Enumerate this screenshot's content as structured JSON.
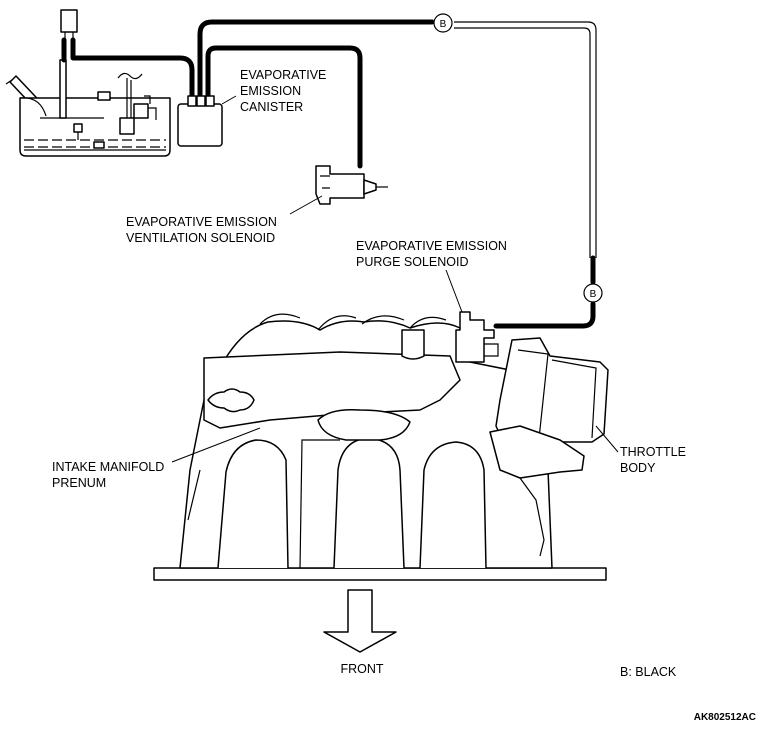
{
  "labels": {
    "canister": [
      "EVAPORATIVE",
      "EMISSION",
      "CANISTER"
    ],
    "ventilation_solenoid": [
      "EVAPORATIVE EMISSION",
      "VENTILATION SOLENOID"
    ],
    "purge_solenoid": [
      "EVAPORATIVE EMISSION",
      "PURGE SOLENOID"
    ],
    "intake_manifold": [
      "INTAKE MANIFOLD",
      "PRENUM"
    ],
    "throttle_body": [
      "THROTTLE",
      "BODY"
    ],
    "front": "FRONT",
    "legend": "B: BLACK",
    "figure_code": "AK802512AC"
  },
  "hose_markers": [
    "B",
    "B"
  ]
}
